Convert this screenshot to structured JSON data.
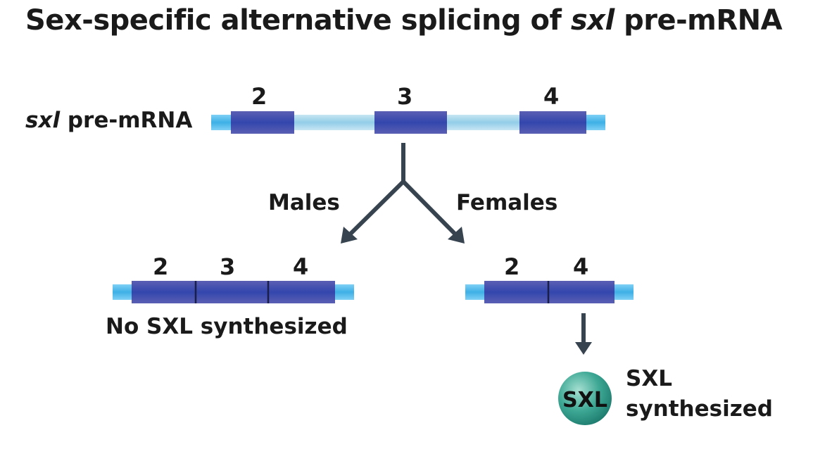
{
  "title": {
    "prefix": "Sex-specific alternative splicing of ",
    "gene": "sxl",
    "suffix": " pre-mRNA"
  },
  "pre_mrna": {
    "gene": "sxl",
    "label": " pre-mRNA",
    "exons": [
      "2",
      "3",
      "4"
    ]
  },
  "branches": {
    "males": {
      "label": "Males",
      "exons": [
        "2",
        "3",
        "4"
      ],
      "result": "No SXL synthesized"
    },
    "females": {
      "label": "Females",
      "exons": [
        "2",
        "4"
      ],
      "protein": "SXL",
      "result_line1": "SXL",
      "result_line2": "synthesized"
    }
  },
  "colors": {
    "exon": "#3b4eaa",
    "intron": "#a8d6ec",
    "utr": "#4bb5e6",
    "arrow": "#37444f",
    "protein": "#2f9a8a"
  }
}
